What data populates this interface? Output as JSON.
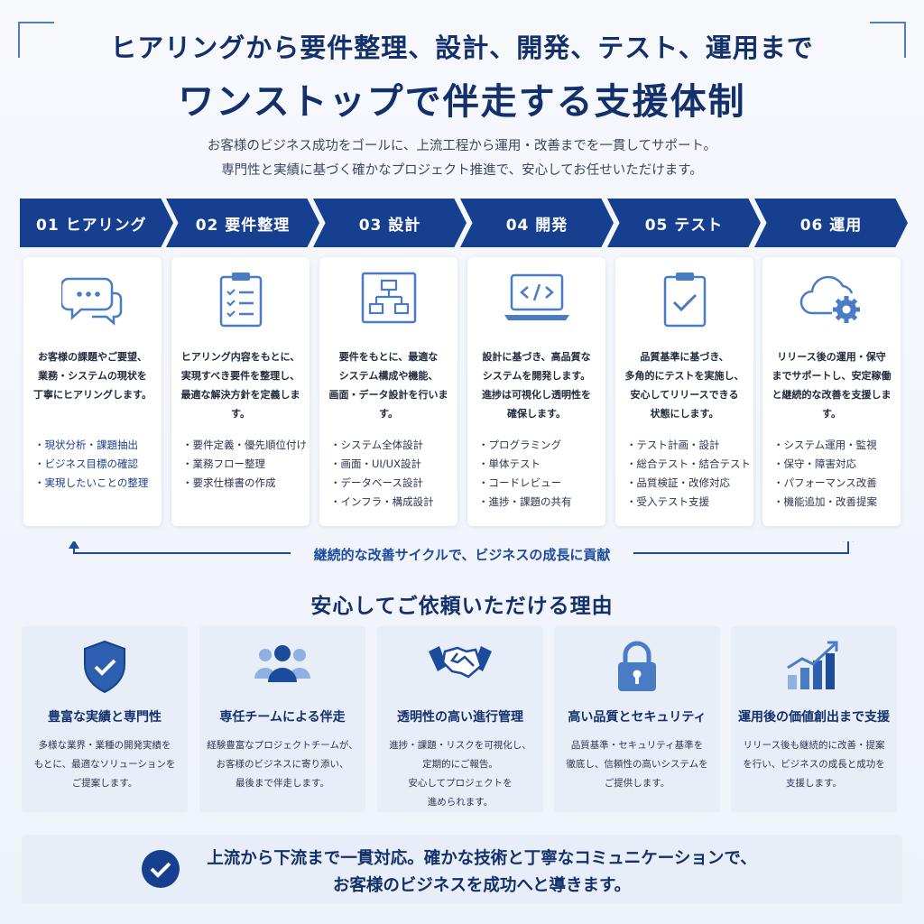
{
  "header": {
    "title_line1": "ヒアリングから要件整理、設計、開発、テスト、運用まで",
    "title_line2": "ワンストップで伴走する支援体制",
    "lead_line1": "お客様のビジネス成功をゴールに、上流工程から運用・改善までを一貫してサポート。",
    "lead_line2": "専門性と実績に基づく確かなプロジェクト推進で、安心してお任せいただけます。"
  },
  "steps": [
    {
      "label": "01 ヒアリング",
      "icon": "chat-bubbles-icon",
      "desc": [
        "お客様の課題やご要望、",
        "業務・システムの現状を",
        "丁寧にヒアリングします。"
      ],
      "items": [
        "現状分析・課題抽出",
        "ビジネス目標の確認",
        "実現したいことの整理"
      ]
    },
    {
      "label": "02 要件整理",
      "icon": "checklist-clipboard-icon",
      "desc": [
        "ヒアリング内容をもとに、",
        "実現すべき要件を整理し、",
        "最適な解決方針を定義します。"
      ],
      "items": [
        "要件定義・優先順位付け",
        "業務フロー整理",
        "要求仕様書の作成"
      ]
    },
    {
      "label": "03 設計",
      "icon": "structure-diagram-icon",
      "desc": [
        "要件をもとに、最適な",
        "システム構成や機能、",
        "画面・データ設計を行います。"
      ],
      "items": [
        "システム全体設計",
        "画面・UI/UX設計",
        "データベース設計",
        "インフラ・構成設計"
      ]
    },
    {
      "label": "04 開発",
      "icon": "code-laptop-icon",
      "desc": [
        "設計に基づき、高品質な",
        "システムを開発します。",
        "進捗は可視化し透明性を",
        "確保します。"
      ],
      "items": [
        "プログラミング",
        "単体テスト",
        "コードレビュー",
        "進捗・課題の共有"
      ]
    },
    {
      "label": "05 テスト",
      "icon": "check-clipboard-icon",
      "desc": [
        "品質基準に基づき、",
        "多角的にテストを実施し、",
        "安心してリリースできる",
        "状態にします。"
      ],
      "items": [
        "テスト計画・設計",
        "総合テスト・結合テスト",
        "品質検証・改修対応",
        "受入テスト支援"
      ]
    },
    {
      "label": "06 運用",
      "icon": "cloud-gear-icon",
      "desc": [
        "リリース後の運用・保守",
        "までサポートし、安定稼働",
        "と継続的な改善を支援します。"
      ],
      "items": [
        "システム運用・監視",
        "保守・障害対応",
        "パフォーマンス改善",
        "機能追加・改善提案"
      ]
    }
  ],
  "cycle_text": "継続的な改善サイクルで、ビジネスの成長に貢献",
  "reasons_title": "安心してご依頼いただける理由",
  "reasons": [
    {
      "title": "豊富な実績と専門性",
      "icon": "shield-check-icon",
      "desc": [
        "多様な業界・業種の開発実績を",
        "もとに、最適なソリューションを",
        "ご提案します。"
      ]
    },
    {
      "title": "専任チームによる伴走",
      "icon": "team-icon",
      "desc": [
        "経験豊富なプロジェクトチームが、",
        "お客様のビジネスに寄り添い、",
        "最後まで伴走します。"
      ]
    },
    {
      "title": "透明性の高い進行管理",
      "icon": "handshake-icon",
      "desc": [
        "進捗・課題・リスクを可視化し、",
        "定期的にご報告。",
        "安心してプロジェクトを",
        "進められます。"
      ]
    },
    {
      "title": "高い品質とセキュリティ",
      "icon": "padlock-icon",
      "desc": [
        "品質基準・セキュリティ基準を",
        "徹底し、信頼性の高いシステムを",
        "ご提供します。"
      ]
    },
    {
      "title": "運用後の価値創出まで支援",
      "icon": "growth-chart-icon",
      "desc": [
        "リリース後も継続的に改善・提案",
        "を行い、ビジネスの成長と成功を",
        "支援します。"
      ]
    }
  ],
  "bottom": {
    "line1": "上流から下流まで一貫対応。確かな技術と丁寧なコミュニケーションで、",
    "line2": "お客様のビジネスを成功へと導きます。"
  },
  "colors": {
    "primary": "#163f8f",
    "accent": "#4a7cc6",
    "title": "#14306b",
    "panel": "#e7eef8"
  }
}
